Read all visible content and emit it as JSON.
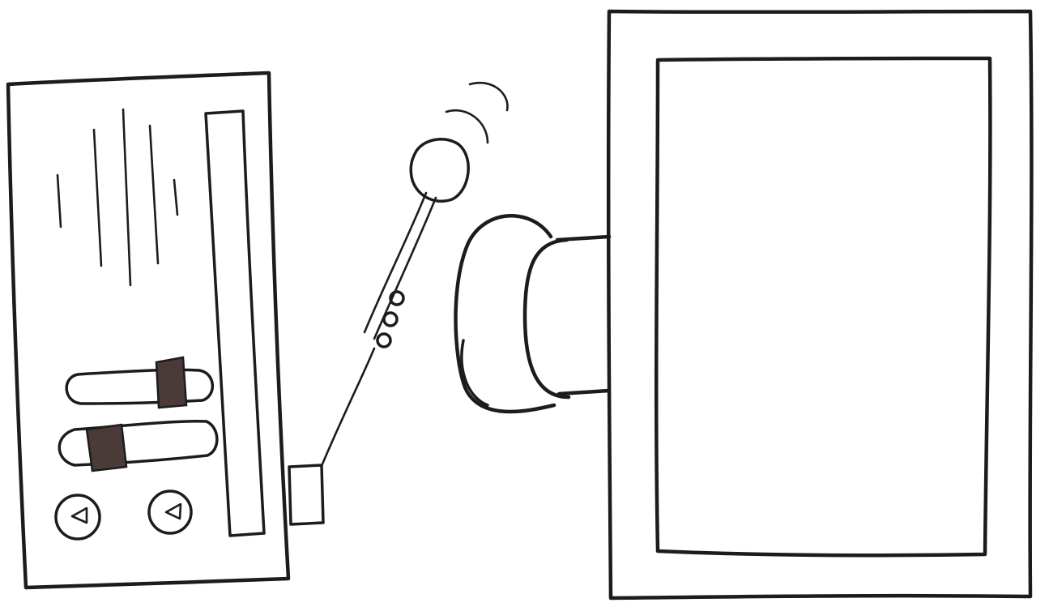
{
  "colors": {
    "ink": "#1c1c1c",
    "slider_knob": "#4a3a38",
    "paper": "#ffffff"
  },
  "icons": [
    "control-unit",
    "slider",
    "dial",
    "probe-wand",
    "signal-waves",
    "viewing-tube",
    "monitor"
  ]
}
